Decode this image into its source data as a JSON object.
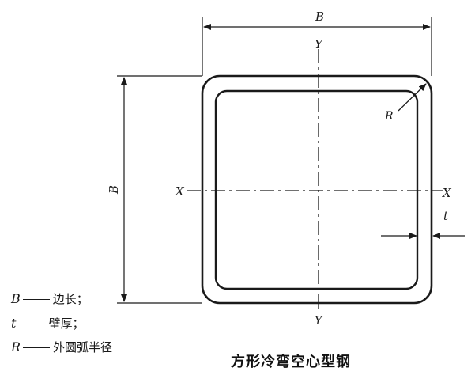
{
  "labels": {
    "top_width": "B",
    "left_height": "B",
    "y_top": "Y",
    "y_bottom": "Y",
    "x_left": "X",
    "x_right": "X",
    "radius": "R",
    "thickness": "t"
  },
  "legend": [
    {
      "symbol": "B",
      "text": "边长；"
    },
    {
      "symbol": "t",
      "text": "壁厚；"
    },
    {
      "symbol": "R",
      "text": "外圆弧半径"
    }
  ],
  "caption": "方形冷弯空心型钢",
  "colors": {
    "line": "#1a1a1a",
    "background": "#ffffff"
  }
}
